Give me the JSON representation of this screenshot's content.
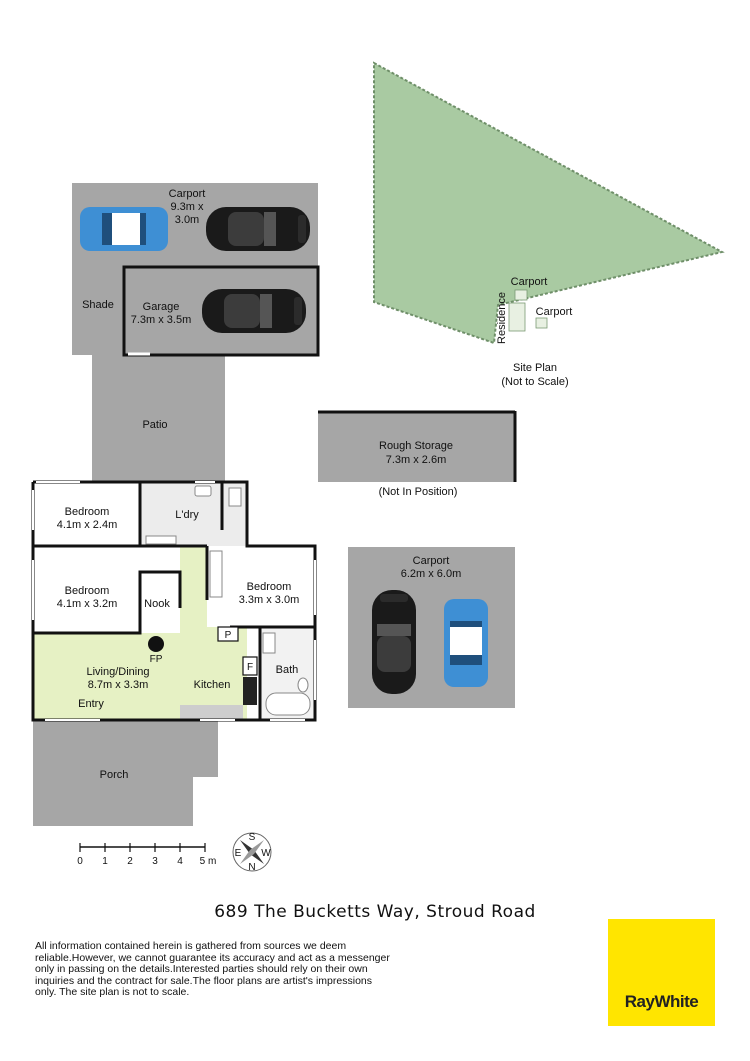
{
  "garage_area": {
    "carport_label": "Carport",
    "carport_dims_1": "9.3m x",
    "carport_dims_2": "3.0m",
    "shade_label": "Shade",
    "garage_label": "Garage",
    "garage_dims": "7.3m x 3.5m"
  },
  "patio_label": "Patio",
  "site_plan": {
    "carport_1": "Carport",
    "carport_2": "Carport",
    "residence": "Residence",
    "title": "Site Plan",
    "note": "(Not to Scale)"
  },
  "rough_storage": {
    "label": "Rough Storage",
    "dims": "7.3m x 2.6m",
    "note": "(Not In Position)"
  },
  "detached_carport": {
    "label": "Carport",
    "dims": "6.2m x 6.0m"
  },
  "rooms": {
    "bedroom1_label": "Bedroom",
    "bedroom1_dims": "4.1m x 2.4m",
    "laundry_label": "L'dry",
    "bedroom2_label": "Bedroom",
    "bedroom2_dims": "4.1m x 3.2m",
    "nook_label": "Nook",
    "bedroom3_label": "Bedroom",
    "bedroom3_dims": "3.3m x 3.0m",
    "pantry_label": "P",
    "fireplace_label": "FP",
    "fridge_label": "F",
    "living_label": "Living/Dining",
    "living_dims": "8.7m x 3.3m",
    "kitchen_label": "Kitchen",
    "bath_label": "Bath",
    "entry_label": "Entry",
    "porch_label": "Porch"
  },
  "scale_bar": {
    "ticks": [
      "0",
      "1",
      "2",
      "3",
      "4",
      "5 m"
    ]
  },
  "compass": {
    "s": "S",
    "w": "W",
    "e": "E",
    "n": "N"
  },
  "address": "689 The Bucketts Way, Stroud Road",
  "disclaimer": "All information contained herein is gathered from sources we deem reliable.However, we cannot guarantee its accuracy and act as a messenger only in passing on the details.Interested parties should rely on their own inquiries and the contract for sale.The floor plans are artist's impressions only. The site plan is not to scale.",
  "brand": {
    "name": "RayWhite",
    "color": "#ffe500"
  },
  "colors": {
    "concrete": "#a6a6a6",
    "interior": "#ffffff",
    "living": "#e6f1c4",
    "site": "#a9caa2",
    "car_blue": "#3e8fd4",
    "car_black": "#1a1a1a"
  }
}
